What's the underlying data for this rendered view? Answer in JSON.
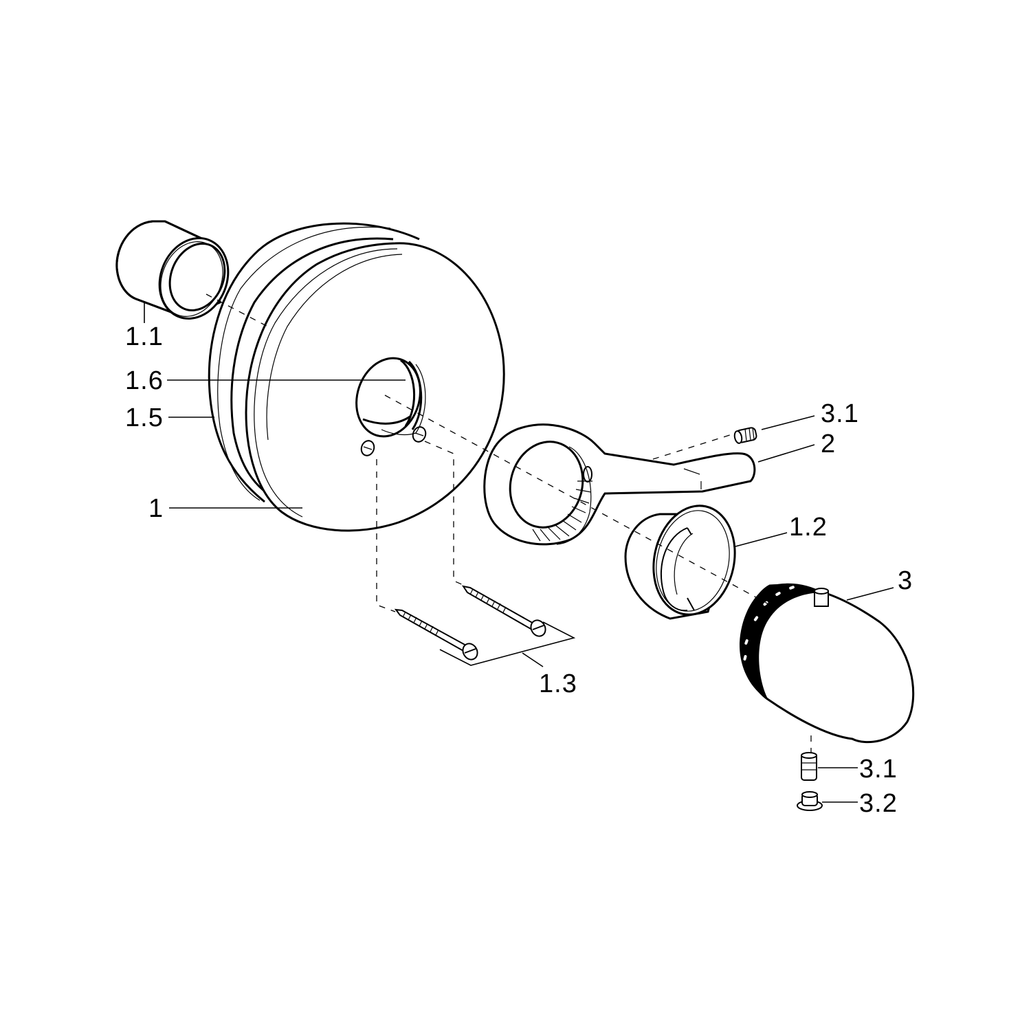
{
  "diagram": {
    "type": "exploded-parts-view",
    "background": "#ffffff",
    "line_color": "#000000",
    "parts": [
      {
        "id": "1",
        "label": "1",
        "name": "escutcheon-plate"
      },
      {
        "id": "1.1",
        "label": "1.1",
        "name": "extension-sleeve"
      },
      {
        "id": "1.2",
        "label": "1.2",
        "name": "adapter-ring"
      },
      {
        "id": "1.3",
        "label": "1.3",
        "name": "mounting-screws"
      },
      {
        "id": "1.5",
        "label": "1.5",
        "name": "seal-ring"
      },
      {
        "id": "1.6",
        "label": "1.6",
        "name": "center-opening-seal"
      },
      {
        "id": "2",
        "label": "2",
        "name": "assembly-wrench"
      },
      {
        "id": "3",
        "label": "3",
        "name": "handle-knob"
      },
      {
        "id": "3.1a",
        "label": "3.1",
        "name": "set-screw-upper"
      },
      {
        "id": "3.1b",
        "label": "3.1",
        "name": "set-screw-lower"
      },
      {
        "id": "3.2",
        "label": "3.2",
        "name": "cap-plug"
      }
    ]
  },
  "labels": {
    "l1": "1",
    "l1_1": "1.1",
    "l1_2": "1.2",
    "l1_3": "1.3",
    "l1_5": "1.5",
    "l1_6": "1.6",
    "l2": "2",
    "l3": "3",
    "l3_1_upper": "3.1",
    "l3_1_lower": "3.1",
    "l3_2": "3.2"
  }
}
